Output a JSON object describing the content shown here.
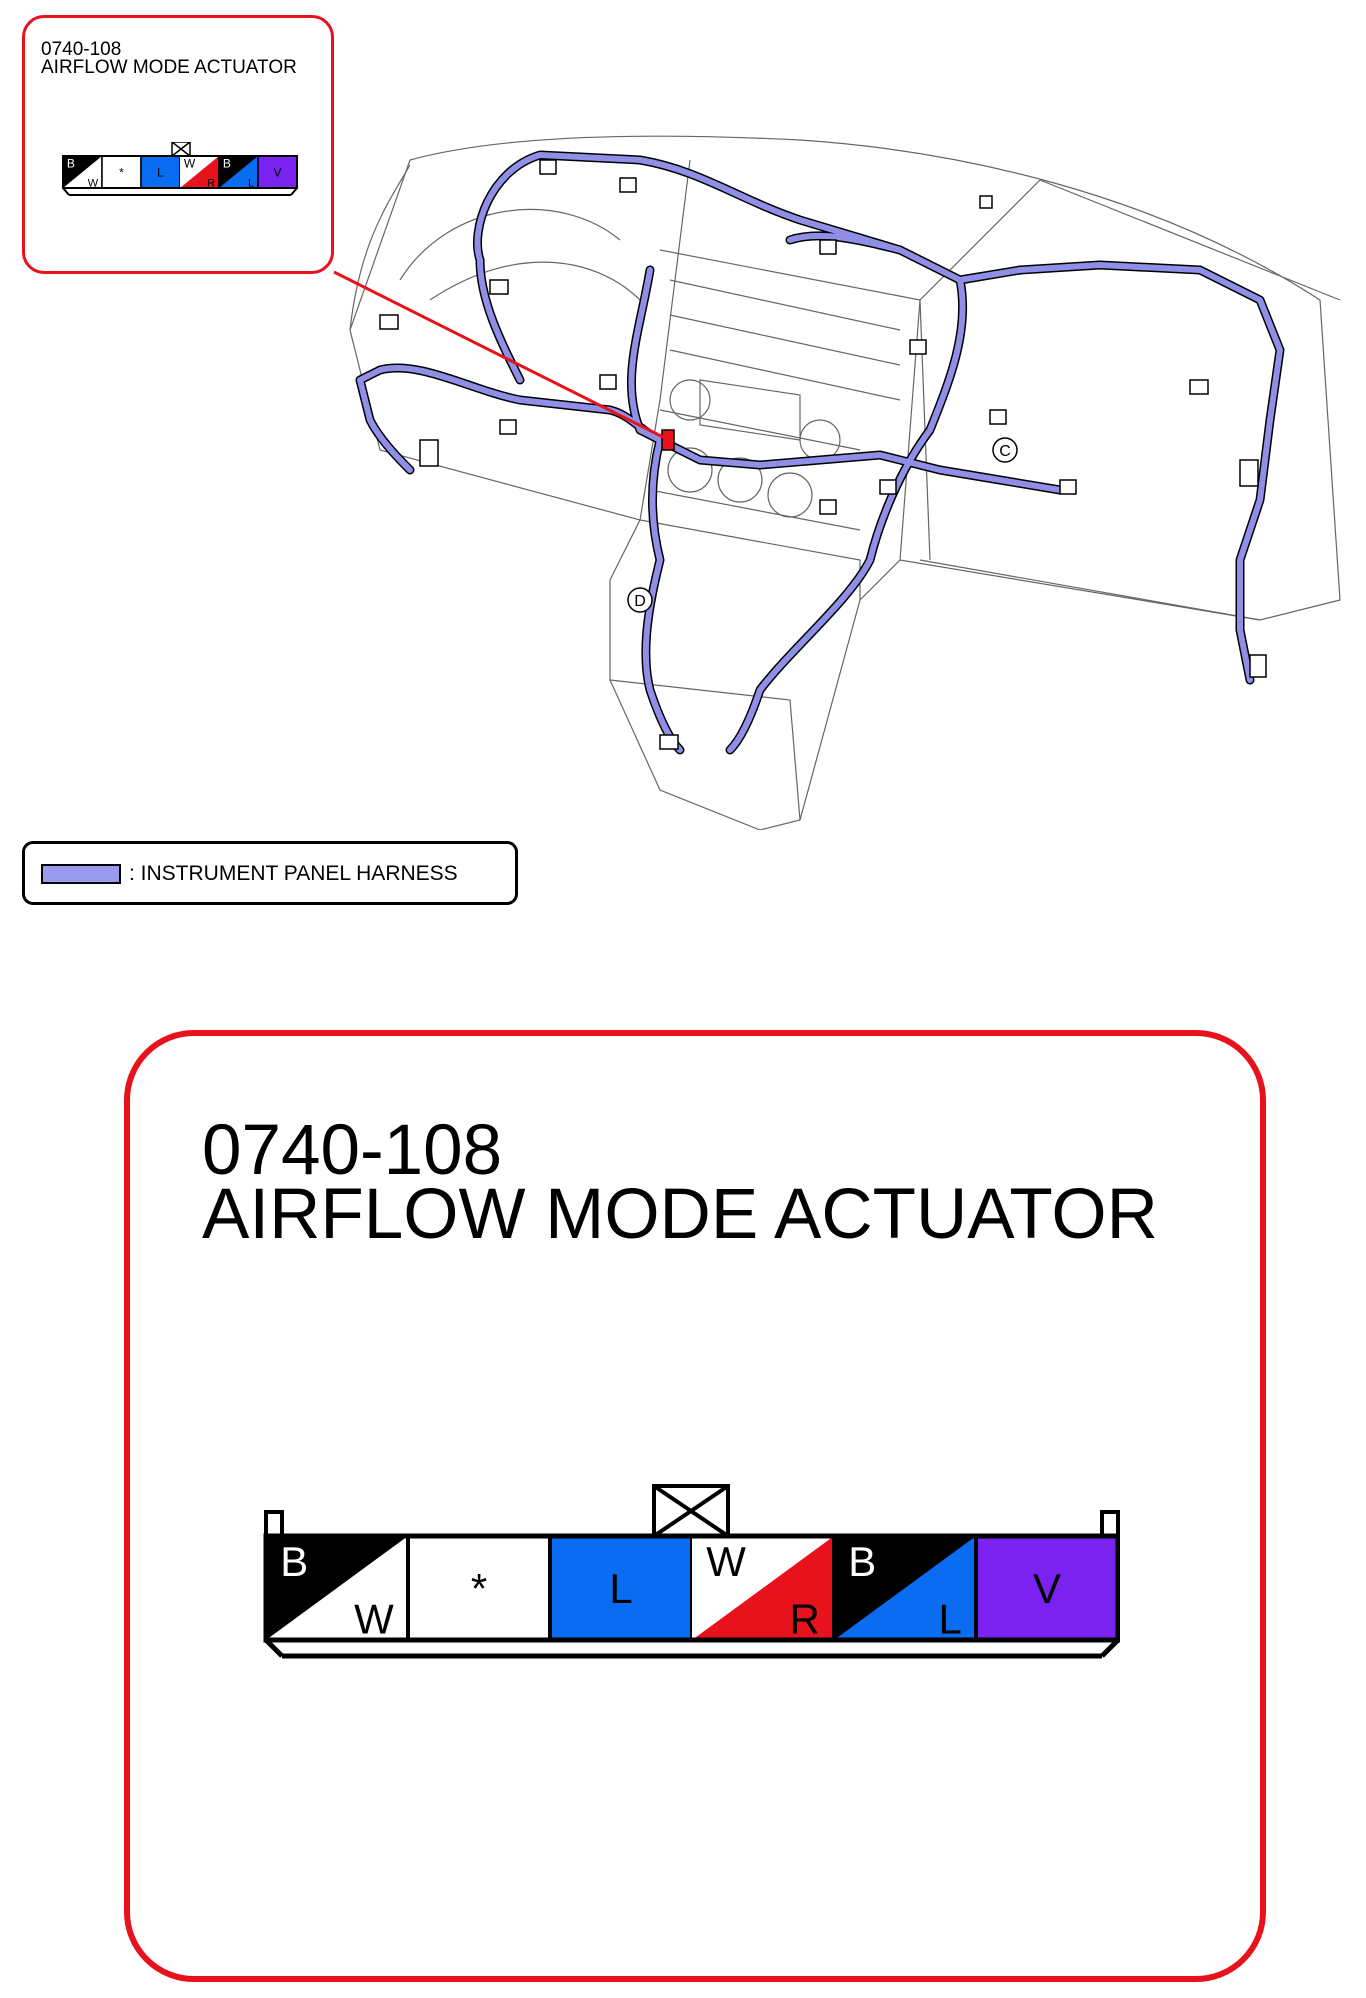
{
  "connector": {
    "code": "0740-108",
    "name": "AIRFLOW MODE ACTUATOR"
  },
  "legend": {
    "label": ": INSTRUMENT PANEL HARNESS",
    "swatch_color": "#9a9af0"
  },
  "harness_color": "#8f8fe8",
  "callout_color": "#e8121c",
  "connector_pins": [
    {
      "top": "B",
      "bottom": "W",
      "pattern": "diagonal",
      "top_color": "#000000",
      "bottom_color": "#ffffff"
    },
    {
      "top": "*",
      "bottom": "",
      "pattern": "solid",
      "top_color": "#ffffff",
      "bottom_color": "#ffffff"
    },
    {
      "top": "L",
      "bottom": "",
      "pattern": "solid",
      "top_color": "#0a6cf0",
      "bottom_color": "#0a6cf0"
    },
    {
      "top": "W",
      "bottom": "R",
      "pattern": "diagonal",
      "top_color": "#ffffff",
      "bottom_color": "#e8121c"
    },
    {
      "top": "B",
      "bottom": "L",
      "pattern": "diagonal",
      "top_color": "#000000",
      "bottom_color": "#0a6cf0"
    },
    {
      "top": "V",
      "bottom": "",
      "pattern": "solid",
      "top_color": "#7a22f0",
      "bottom_color": "#7a22f0"
    }
  ],
  "markers": [
    "C",
    "D"
  ]
}
